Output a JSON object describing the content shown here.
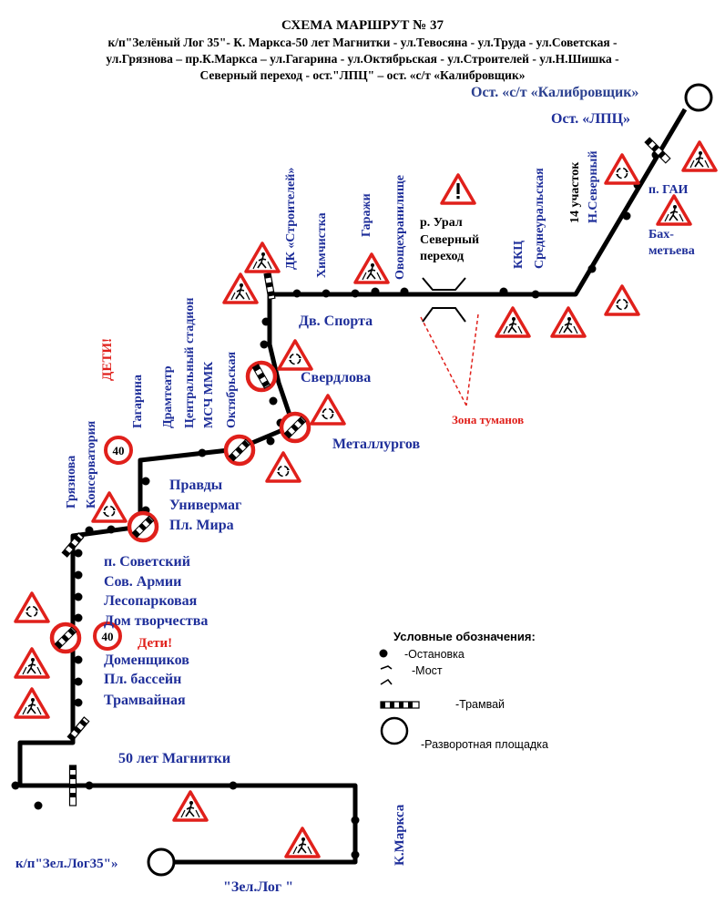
{
  "header": {
    "title": "СХЕМА МАРШРУТ № 37",
    "line1": "к/п\"Зелёный Лог 35\"- К. Маркса-50 лет Магнитки - ул.Тевосяна - ул.Труда - ул.Советская -",
    "line2": "ул.Грязнова – пр.К.Маркса – ул.Гагарина - ул.Октябрьская - ул.Строителей - ул.Н.Шишка -",
    "line3": "Северный переход - ост.\"ЛПЦ\" – ост. «с/т «Калибровщик»"
  },
  "stops": {
    "kalibrovshik": "Ост. «с/т «Калибровщик»",
    "lpc": "Ост. «ЛПЦ»",
    "gai": "п. ГАИ",
    "bakhmeteva_1": "Бах-",
    "bakhmeteva_2": "метьева",
    "uchastok14_1": "14 участок",
    "uchastok14_2": "Н.Северный",
    "sredneuralskaya": "Среднеуральская",
    "kkc": "ККЦ",
    "ural_1": "р. Урал",
    "ural_2": "Северный",
    "ural_3": "переход",
    "ovoshchekhranilishche": "Овощехранилище",
    "garazhi": "Гаражи",
    "khimchistka": "Химчистка",
    "dk_stroiteley": "ДК «Строителей»",
    "dv_sporta": "Дв. Спорта",
    "sverdlova": "Свердлова",
    "metallurgov": "Металлургов",
    "oktyabrskaya": "Октябрьская",
    "msch_mmk": "МСЧ ММК",
    "central_stadium": "Центральный стадион",
    "dramteatr": "Драмтеатр",
    "gagarina": "Гагарина",
    "pravdy": "Правды",
    "univermag": "Универмаг",
    "pl_mira": "Пл. Мира",
    "gryaznova": "Грязнова",
    "konservatoriya": "Консерватория",
    "p_sovetskiy": "п.  Советский",
    "sov_armii": "Сов. Армии",
    "lesoparkovaya": "Лесопарковая",
    "dom_tvorchestva": "Дом творчества",
    "domenshchikov": "Доменщиков",
    "pl_basseyn": "Пл. бассейн",
    "tramvaynaya": "Трамвайная",
    "50_let_magnitki": "50 лет Магнитки",
    "k_marksa": "К.Маркса",
    "zel_log_35": "к/п\"Зел.Лог35\"»",
    "zel_log": "\"Зел.Лог \""
  },
  "warnings": {
    "deti_vertical": "ДЕТИ!",
    "deti": "Дети!",
    "fog_zone": "Зона туманов",
    "speed_limit": "40"
  },
  "legend": {
    "title": "Условные обозначения:",
    "stop": "-Остановка",
    "bridge": "-Мост",
    "tram": "-Трамвай",
    "turnaround": "-Разворотная площадка"
  },
  "colors": {
    "route": "#000000",
    "label_blue": "#1f2f9a",
    "warning_red": "#e0201b",
    "sign_fill": "#ffffff"
  },
  "icons": {
    "pedestrian": "pedestrian-crossing-sign",
    "roundabout": "roundabout-sign",
    "danger": "exclamation-warning-sign",
    "speed": "speed-limit-sign",
    "crossing": "tram-crossing-sign"
  }
}
